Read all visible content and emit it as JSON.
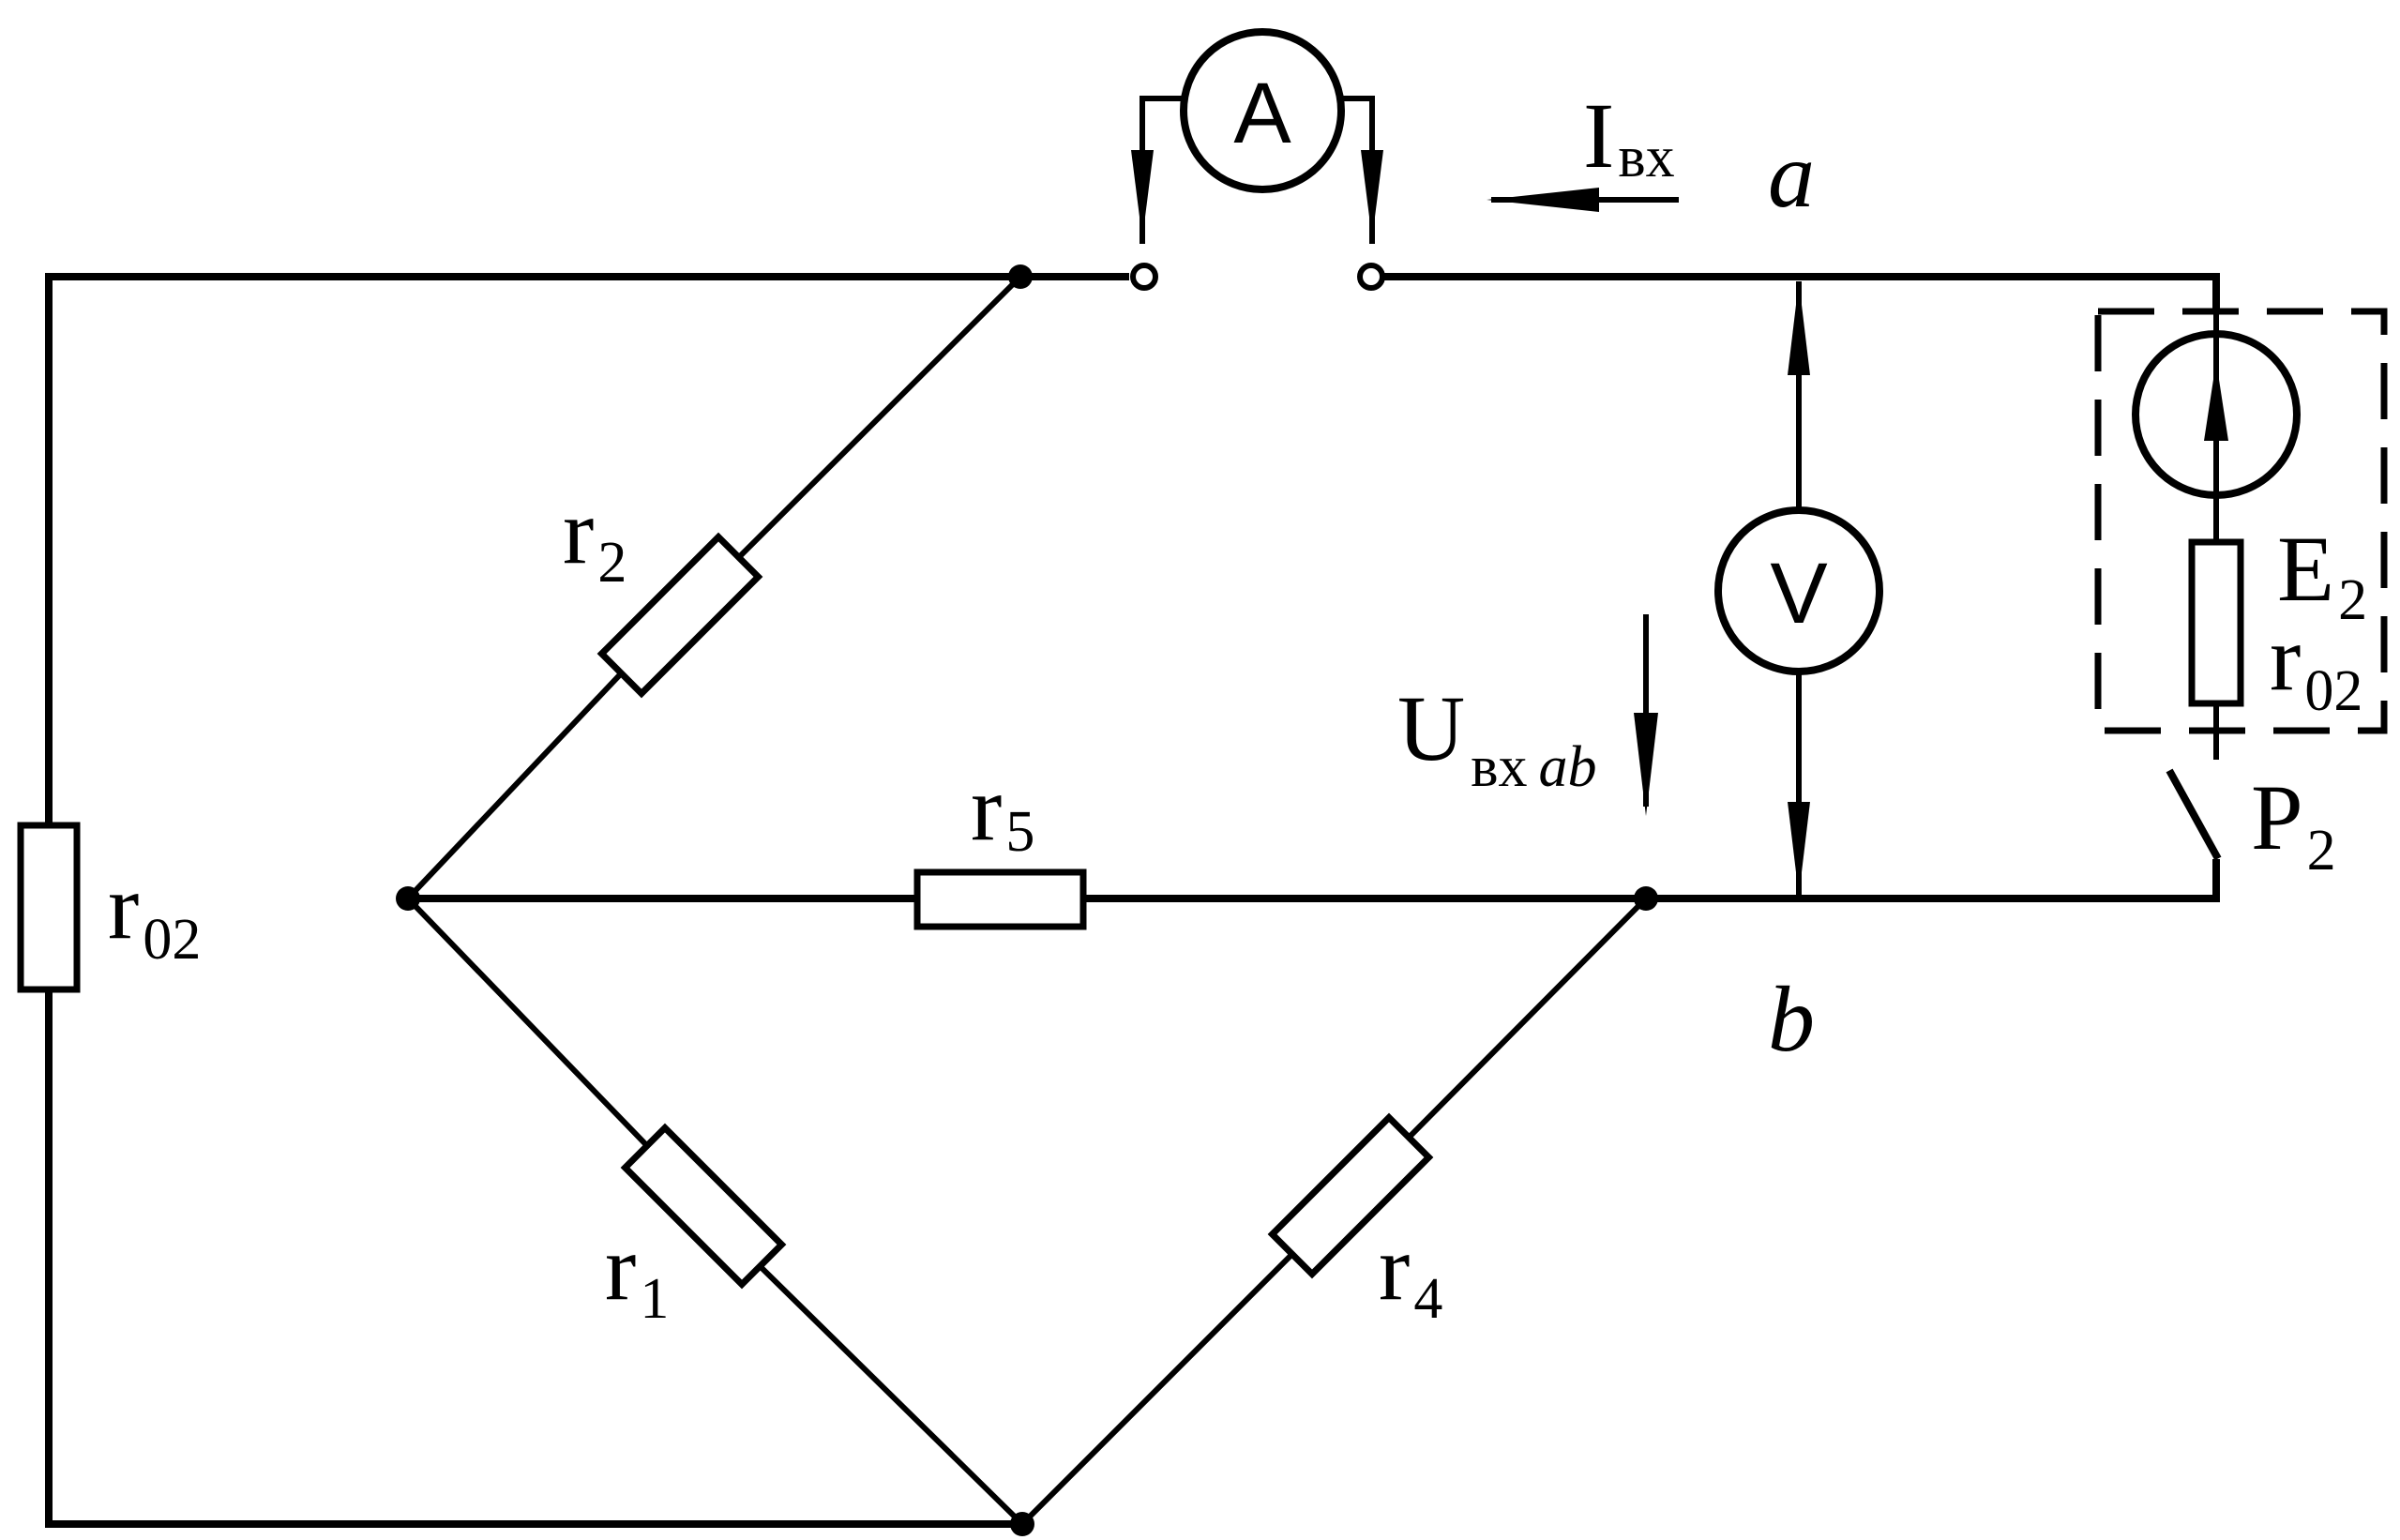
{
  "labels": {
    "ammeter": "A",
    "voltmeter": "V",
    "current": {
      "main": "I",
      "sub": "вх"
    },
    "voltage": {
      "main": "U",
      "sub": "вх",
      "sub_italic": "ab"
    },
    "node_a": "a",
    "node_b": "b",
    "r2": {
      "main": "r",
      "sub": "2"
    },
    "r5": {
      "main": "r",
      "sub": "5"
    },
    "r1": {
      "main": "r",
      "sub": "1"
    },
    "r4": {
      "main": "r",
      "sub": "4"
    },
    "r02_left": {
      "main": "r",
      "sub": "02"
    },
    "r02_right": {
      "main": "r",
      "sub": "02"
    },
    "e2": {
      "main": "E",
      "sub": "2"
    },
    "p2": {
      "main": "P",
      "sub": "2"
    }
  }
}
